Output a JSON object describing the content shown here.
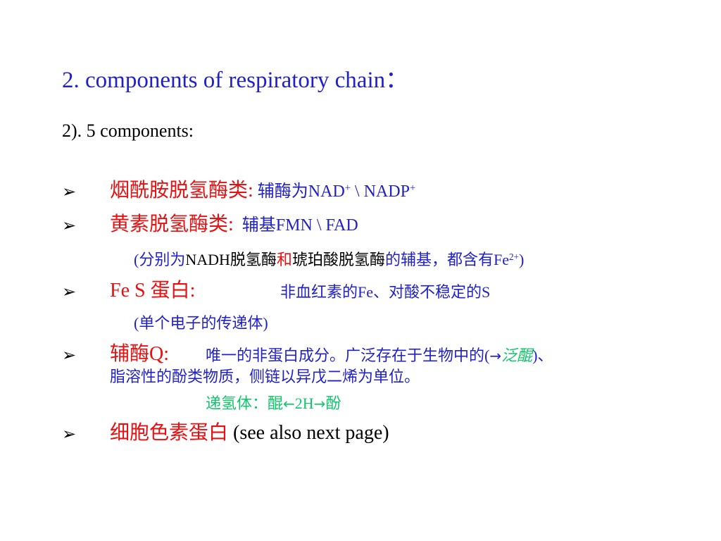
{
  "slide": {
    "title": "2. components of respiratory chain：",
    "subtitle": "2). 5 components:",
    "bullet_glyph": "➢",
    "items": {
      "nad": {
        "term": "烟酰胺脱氢酶类",
        "colon": ":",
        "prefix": "辅酶为",
        "nad": "NAD",
        "sup1": "+",
        "sep": " \\ ",
        "nadp": "NADP",
        "sup2": "+"
      },
      "flavin": {
        "term": "黄素脱氢酶类",
        "colon": ":",
        "prefix": "辅基",
        "value": "FMN \\ FAD",
        "note_open": "(分别为",
        "note_nadh": "NADH",
        "note_dh1": "脱氢酶",
        "note_and": "和",
        "note_succ": "琥珀酸脱氢酶",
        "note_rest": "的辅基，都含有",
        "note_fe": "Fe",
        "note_sup": "2+",
        "note_close": ")"
      },
      "fes": {
        "term": "Fe S 蛋白",
        "colon": ":",
        "desc_a": "非血红素的",
        "desc_fe": "Fe",
        "desc_b": "、对酸不稳定的",
        "desc_s": "S",
        "note": "(单个电子的传递体)"
      },
      "coq": {
        "term_cn": "辅酶",
        "term_q": "Q",
        "colon": ":",
        "desc_a": "唯一的非蛋白成分。广泛存在于生物中的(",
        "arrow": "→",
        "quinone": "泛醌",
        "desc_b": ")、",
        "desc_line2": "脂溶性的酚类物质，侧链以异戊二烯为单位。",
        "carrier_a": "递氢体：醌",
        "arrow_left": "←",
        "carrier_2h": "2H",
        "arrow_right": "→",
        "carrier_b": "酚"
      },
      "cyt": {
        "term": "细胞色素蛋白",
        "note": " (see also next page)"
      }
    },
    "colors": {
      "blue": "#2121c9",
      "red": "#e81010",
      "green": "#12c46a",
      "black": "#000000"
    }
  }
}
